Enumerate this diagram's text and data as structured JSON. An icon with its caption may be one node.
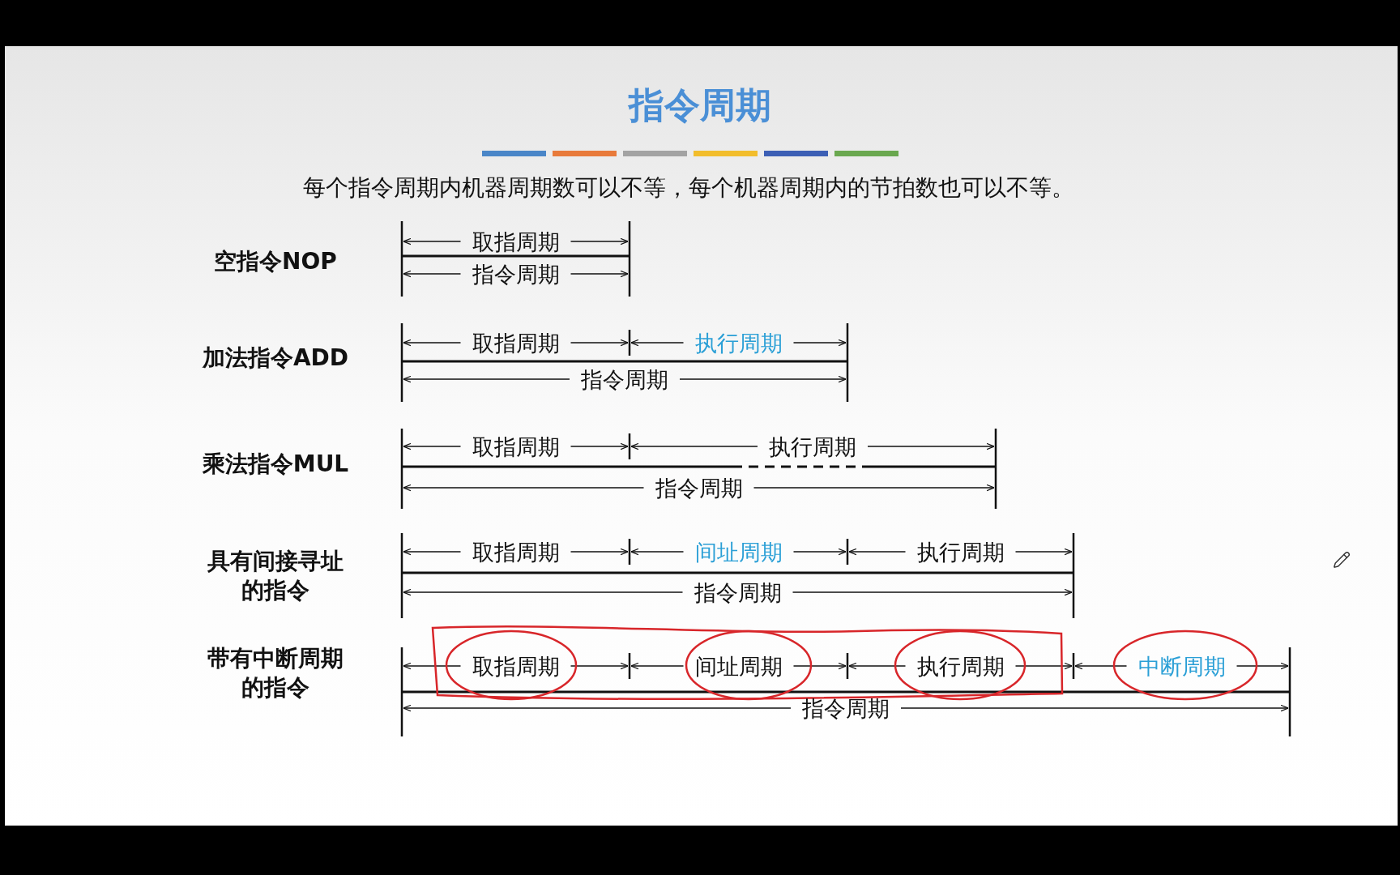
{
  "diagram": {
    "title": "指令周期",
    "labels": [
      "每个指令周期内机器周期数可以不等，每个机器周期内的节拍数也可以不等。",
      "空指令NOP",
      "取指周期",
      "指令周期",
      "加法指令ADD",
      "取指周期",
      "执行周期",
      "指令周期",
      "乘法指令MUL",
      "取指周期",
      "执行周期",
      "指令周期",
      "具有间接寻址的指令",
      "取指周期",
      "间址周期",
      "执行周期",
      "指令周期",
      "带有中断周期的指令",
      "取指周期",
      "间址周期",
      "执行周期",
      "中断周期",
      "指令周期"
    ]
  }
}
